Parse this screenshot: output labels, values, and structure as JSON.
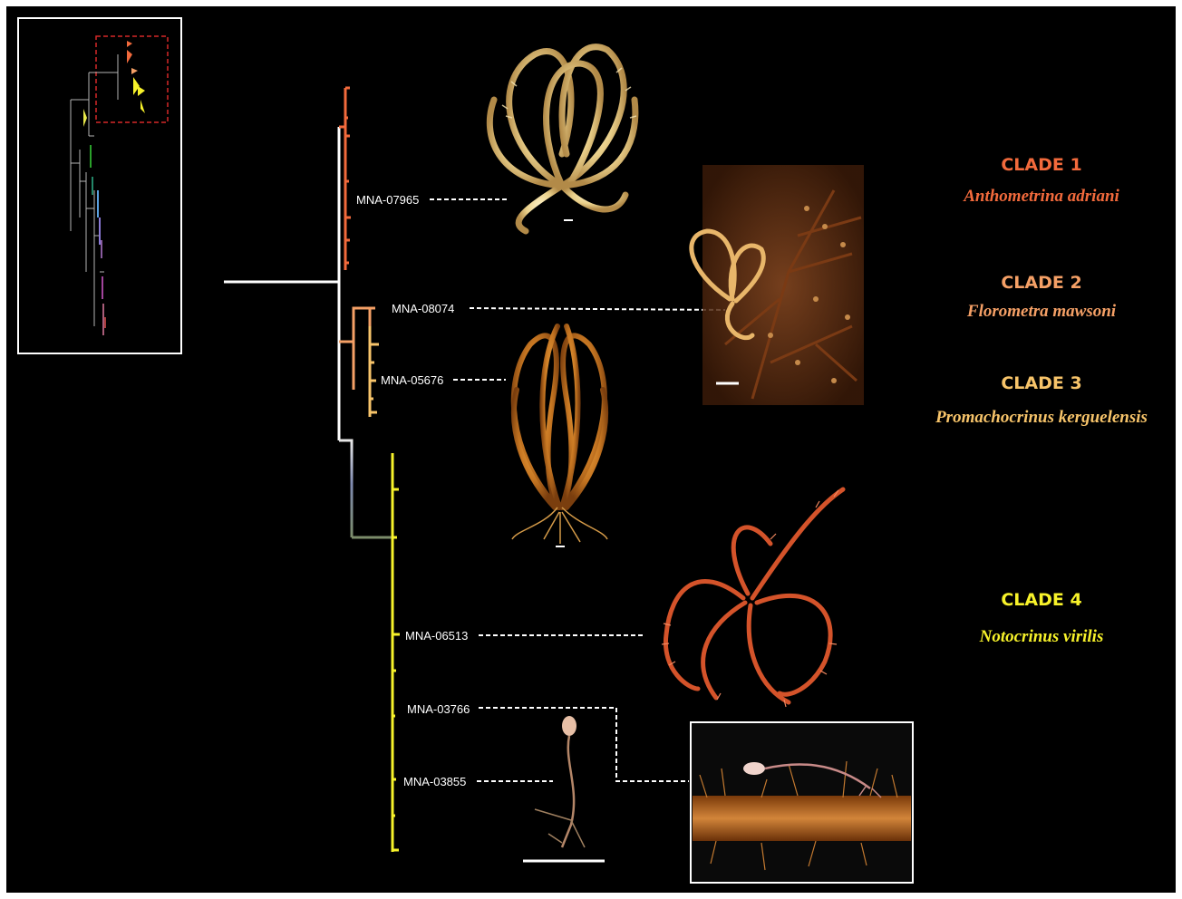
{
  "colors": {
    "background": "#000000",
    "clade1": "#f26a3c",
    "clade2": "#f5a066",
    "clade3": "#f7c46a",
    "clade4": "#f7f22a",
    "branch": "#ffffff",
    "inset_box": "#d62828"
  },
  "specimens": {
    "mna07965": "MNA-07965",
    "mna08074": "MNA-08074",
    "mna05676": "MNA-05676",
    "mna06513": "MNA-06513",
    "mna03766": "MNA-03766",
    "mna03855": "MNA-03855"
  },
  "clades": [
    {
      "title": "CLADE 1",
      "species": "Anthometrina adriani",
      "color": "#f26a3c"
    },
    {
      "title": "CLADE 2",
      "species": "Florometra mawsoni",
      "color": "#f5a066"
    },
    {
      "title": "CLADE 3",
      "species": "Promachocrinus kerguelensis",
      "color": "#f7c46a"
    },
    {
      "title": "CLADE 4",
      "species": "Notocrinus virilis",
      "color": "#f7f22a"
    }
  ]
}
